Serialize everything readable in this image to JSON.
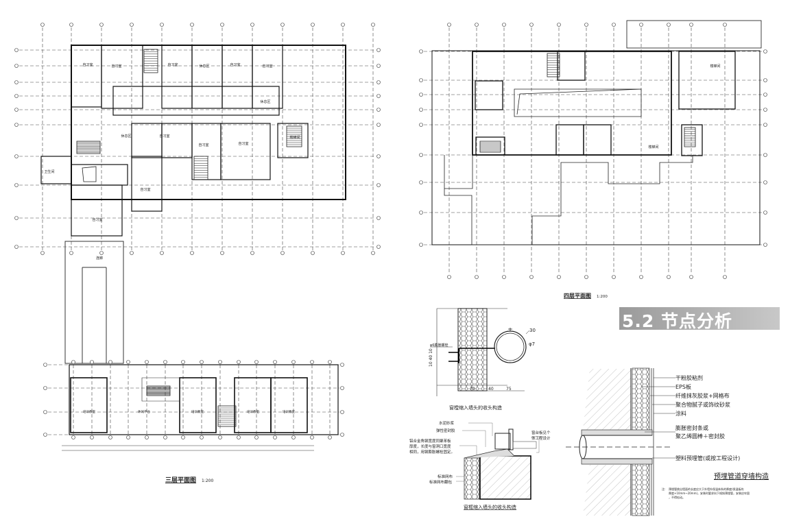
{
  "third_floor": {
    "title": "三层平面图",
    "scale": "1:200",
    "rooms_upper": [
      {
        "label": "自习室"
      },
      {
        "label": "自习室"
      },
      {
        "label": "自习室"
      },
      {
        "label": "休息区"
      },
      {
        "label": "自习室"
      },
      {
        "label": "自习室"
      },
      {
        "label": "休息区"
      },
      {
        "label": "休息区"
      },
      {
        "label": "自习室"
      },
      {
        "label": "自习室"
      },
      {
        "label": "自习室"
      },
      {
        "label": "卫生间"
      },
      {
        "label": "自习室"
      },
      {
        "label": "自习室"
      },
      {
        "label": "楼梯间"
      },
      {
        "label": "连廊"
      }
    ],
    "rooms_lower": [
      {
        "label": "培训教室"
      },
      {
        "label": "休闲平台"
      },
      {
        "label": "培训教室"
      },
      {
        "label": "培训教室"
      },
      {
        "label": "培训教室"
      }
    ]
  },
  "fourth_floor": {
    "title": "四层平面图",
    "scale": "1:200",
    "rooms": [
      {
        "label": "楼梯间"
      },
      {
        "label": "楼梯间"
      }
    ]
  },
  "section": {
    "title": "5.2 节点分析"
  },
  "detail_1": {
    "caption": "窗樘缩入墙头的收头构造",
    "bolt_label": "φ6膨胀螺栓",
    "dims_vertical": "10 40 10",
    "dims_bottom": [
      "70",
      "40",
      "75"
    ],
    "pipe_labels": [
      "30",
      "φ7"
    ]
  },
  "detail_2": {
    "caption": "窗框缩入墙头的收头构造",
    "labels": [
      "水泥砂浆",
      "弹性密封胶",
      "铝合金角钢宽度同聚苯板",
      "厚度，长度与窗洞口宽度",
      "相同，用钢膨胀螺栓固定。",
      "标准网布",
      "标准网布翻包",
      "窗台板见个",
      "体工程设计"
    ]
  },
  "detail_3": {
    "caption": "预埋管道穿墙构造",
    "labels": [
      "干粉胶粘剂",
      "EPS板",
      "纤维抹灰胶浆+网格布",
      "聚合物腻子或饰纹砂浆",
      "涂料",
      "膨胀密封条或",
      "聚乙烯圆棒＋密封胶",
      "塑料预埋管(或按工程设计)"
    ],
    "note_prefix": "注:",
    "note": [
      "预埋管挑出墙面的长度应大于外墙外保温体系的厚度(保温板的",
      "厚度+10mm~20mm)，安装时要求向下倾斜预埋管，安装应牢固",
      "，不得松动。"
    ]
  }
}
